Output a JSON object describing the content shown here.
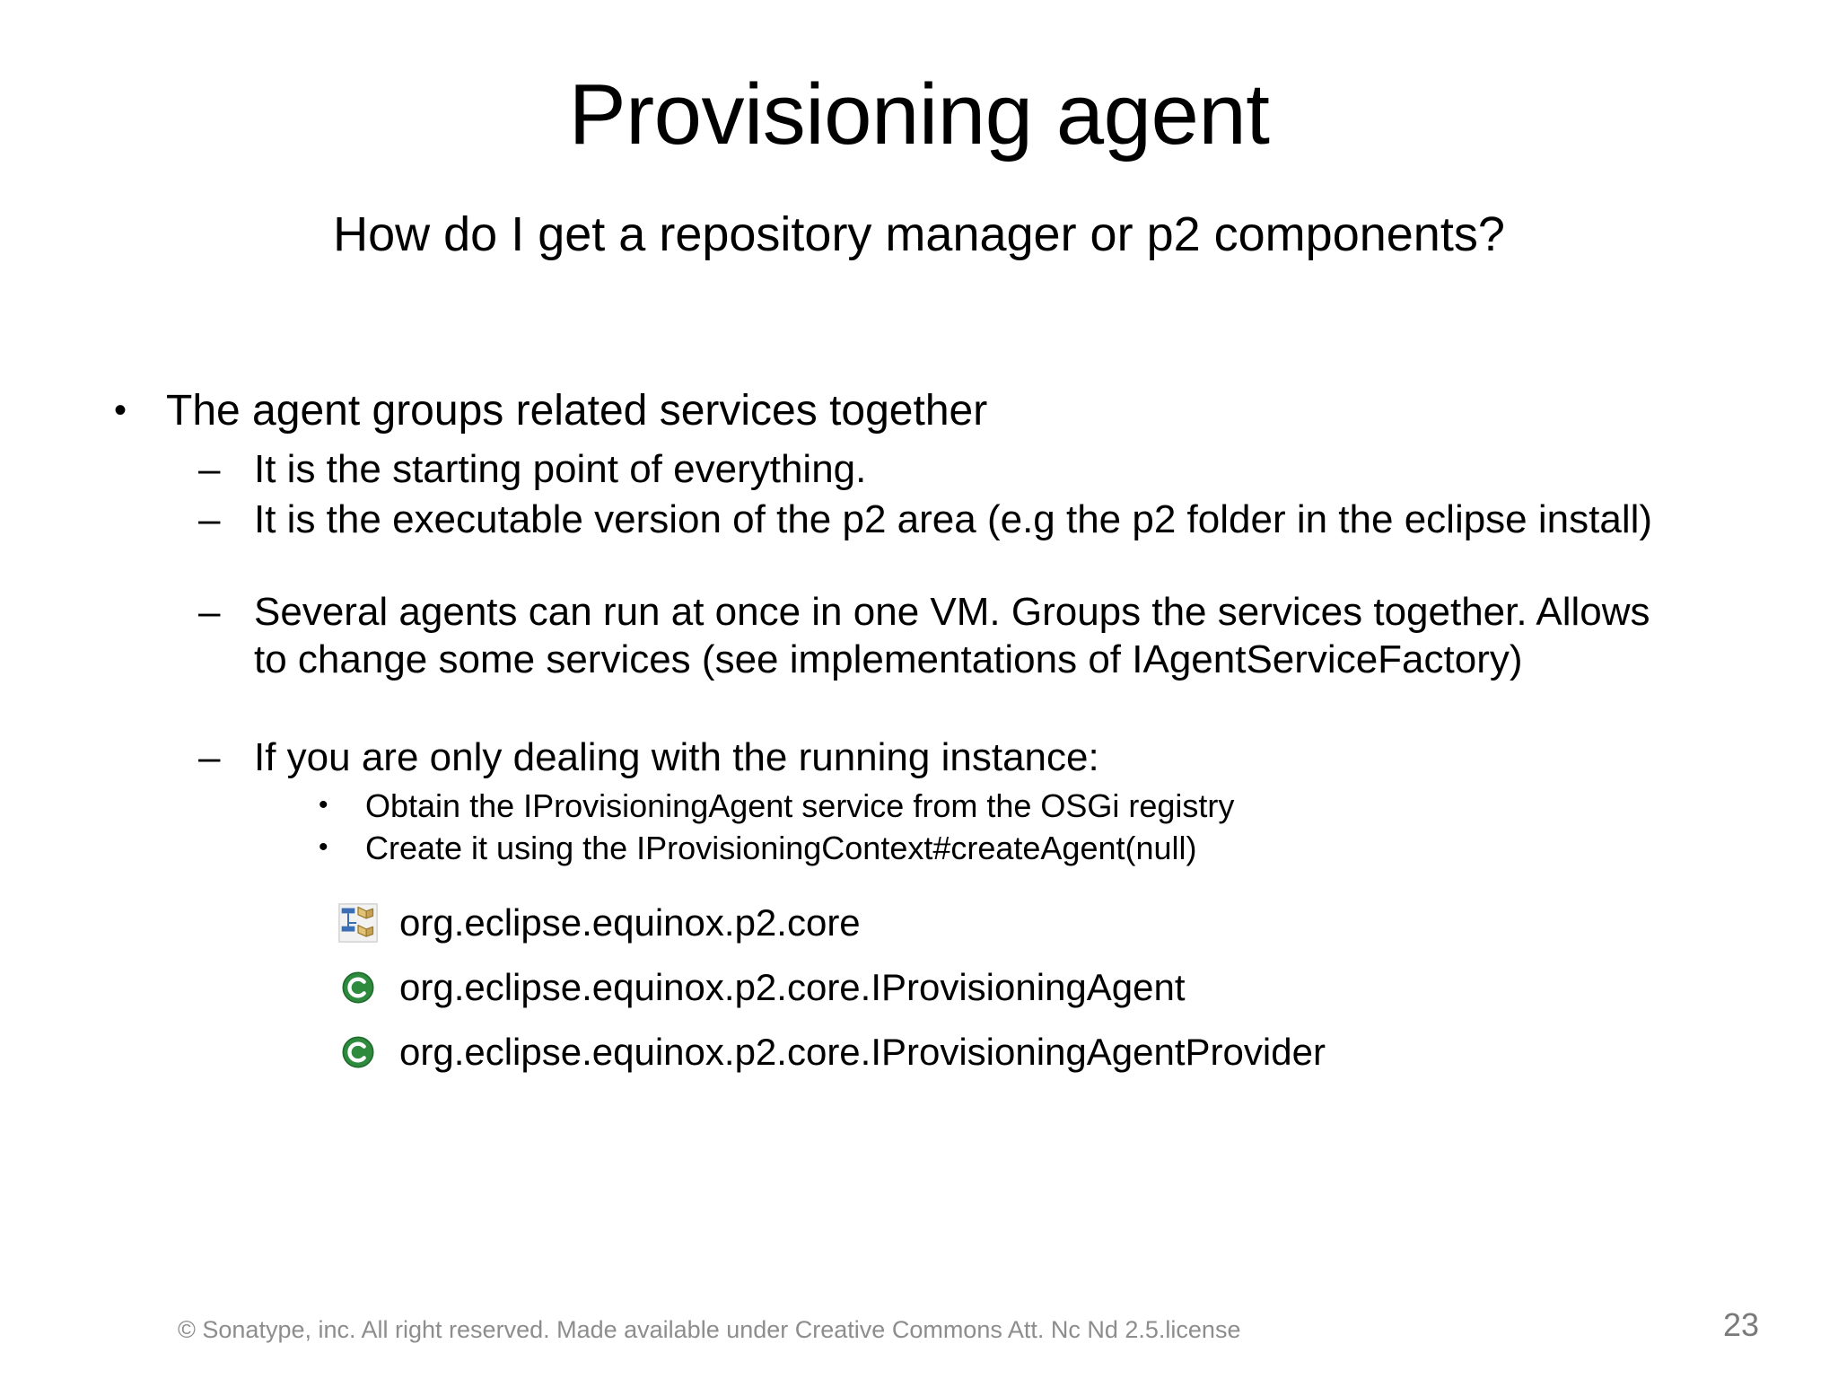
{
  "slide": {
    "title": "Provisioning agent",
    "subtitle": "How do I get a repository manager or p2 components?",
    "bullets": {
      "level1": "The agent groups related services together",
      "sub1": "It is the starting point of everything.",
      "sub2": "It is the executable version of the p2 area (e.g the p2 folder in the eclipse install)",
      "sub3": "Several agents can run at once in one VM. Groups the services together. Allows to change some services (see implementations of IAgentServiceFactory)",
      "sub4": "If you are only dealing with the running instance:",
      "sub4_items": [
        "Obtain the IProvisioningAgent service from the OSGi registry",
        "Create it using the IProvisioningContext#createAgent(null)"
      ]
    },
    "type_list": [
      {
        "icon": "package-icon",
        "name": "org.eclipse.equinox.p2.core"
      },
      {
        "icon": "class-icon",
        "name": "org.eclipse.equinox.p2.core.IProvisioningAgent"
      },
      {
        "icon": "class-icon",
        "name": "org.eclipse.equinox.p2.core.IProvisioningAgentProvider"
      }
    ],
    "markers": {
      "disc": "•",
      "dash": "–"
    },
    "footer": {
      "copyright": "© Sonatype, inc. All right reserved. Made available under Creative Commons Att. Nc Nd 2.5.license",
      "page_number": "23"
    },
    "colors": {
      "text": "#000000",
      "footer_text": "#8d8d8d",
      "page_number_text": "#7a7a7a",
      "class_icon_green": "#2e8b3d",
      "package_icon_blue": "#3a6fb5",
      "package_icon_gold": "#d8b45a",
      "background": "#ffffff"
    }
  }
}
